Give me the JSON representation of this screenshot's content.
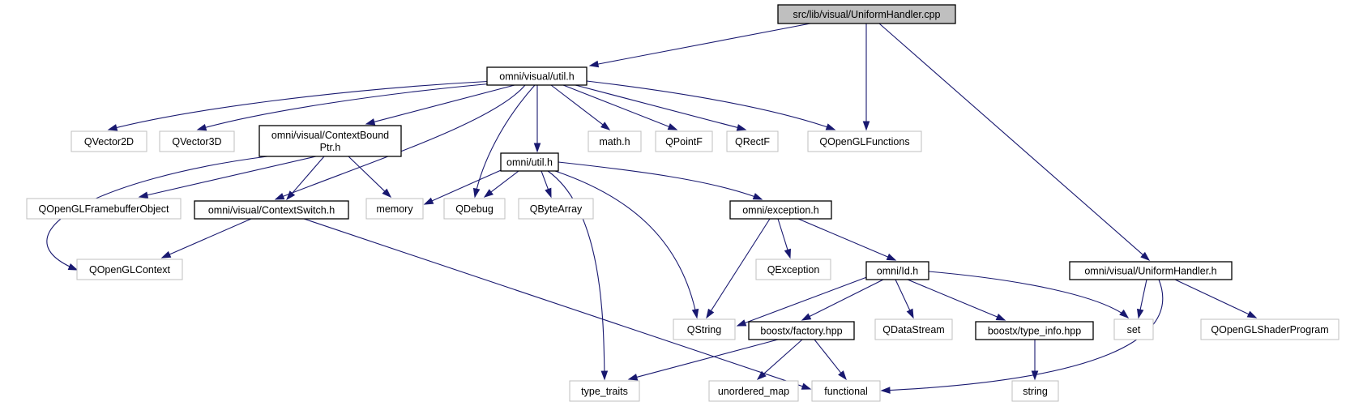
{
  "diagram": {
    "type": "include-dependency-graph",
    "nodes": [
      {
        "id": "root",
        "label": [
          "src/lib/visual/UniformHandler.cpp"
        ],
        "kind": "focus"
      },
      {
        "id": "visual_util",
        "label": [
          "omni/visual/util.h"
        ],
        "kind": "file"
      },
      {
        "id": "qvector2d",
        "label": [
          "QVector2D"
        ],
        "kind": "external"
      },
      {
        "id": "qvector3d",
        "label": [
          "QVector3D"
        ],
        "kind": "external"
      },
      {
        "id": "cbptr",
        "label": [
          "omni/visual/ContextBound",
          "Ptr.h"
        ],
        "kind": "file"
      },
      {
        "id": "omni_util",
        "label": [
          "omni/util.h"
        ],
        "kind": "file"
      },
      {
        "id": "math",
        "label": [
          "math.h"
        ],
        "kind": "external"
      },
      {
        "id": "qpointf",
        "label": [
          "QPointF"
        ],
        "kind": "external"
      },
      {
        "id": "qrectf",
        "label": [
          "QRectF"
        ],
        "kind": "external"
      },
      {
        "id": "qglfunc",
        "label": [
          "QOpenGLFunctions"
        ],
        "kind": "external"
      },
      {
        "id": "qglfbo",
        "label": [
          "QOpenGLFramebufferObject"
        ],
        "kind": "external"
      },
      {
        "id": "ctxswitch",
        "label": [
          "omni/visual/ContextSwitch.h"
        ],
        "kind": "file"
      },
      {
        "id": "memory",
        "label": [
          "memory"
        ],
        "kind": "external"
      },
      {
        "id": "qdebug",
        "label": [
          "QDebug"
        ],
        "kind": "external"
      },
      {
        "id": "qbytearray",
        "label": [
          "QByteArray"
        ],
        "kind": "external"
      },
      {
        "id": "exception",
        "label": [
          "omni/exception.h"
        ],
        "kind": "file"
      },
      {
        "id": "qglcontext",
        "label": [
          "QOpenGLContext"
        ],
        "kind": "external"
      },
      {
        "id": "qexception",
        "label": [
          "QException"
        ],
        "kind": "external"
      },
      {
        "id": "omni_id",
        "label": [
          "omni/Id.h"
        ],
        "kind": "file"
      },
      {
        "id": "uhandler_h",
        "label": [
          "omni/visual/UniformHandler.h"
        ],
        "kind": "file"
      },
      {
        "id": "qstring",
        "label": [
          "QString"
        ],
        "kind": "external"
      },
      {
        "id": "factory",
        "label": [
          "boostx/factory.hpp"
        ],
        "kind": "file"
      },
      {
        "id": "qdatastream",
        "label": [
          "QDataStream"
        ],
        "kind": "external"
      },
      {
        "id": "typeinfo",
        "label": [
          "boostx/type_info.hpp"
        ],
        "kind": "file"
      },
      {
        "id": "set",
        "label": [
          "set"
        ],
        "kind": "external"
      },
      {
        "id": "qglshader",
        "label": [
          "QOpenGLShaderProgram"
        ],
        "kind": "external"
      },
      {
        "id": "type_traits",
        "label": [
          "type_traits"
        ],
        "kind": "external"
      },
      {
        "id": "unordered_map",
        "label": [
          "unordered_map"
        ],
        "kind": "external"
      },
      {
        "id": "functional",
        "label": [
          "functional"
        ],
        "kind": "external"
      },
      {
        "id": "string",
        "label": [
          "string"
        ],
        "kind": "external"
      }
    ],
    "edges": [
      {
        "from": "root",
        "to": "visual_util"
      },
      {
        "from": "root",
        "to": "qglfunc"
      },
      {
        "from": "root",
        "to": "uhandler_h"
      },
      {
        "from": "visual_util",
        "to": "qvector2d"
      },
      {
        "from": "visual_util",
        "to": "qvector3d"
      },
      {
        "from": "visual_util",
        "to": "cbptr"
      },
      {
        "from": "visual_util",
        "to": "ctxswitch"
      },
      {
        "from": "visual_util",
        "to": "qdebug"
      },
      {
        "from": "visual_util",
        "to": "omni_util"
      },
      {
        "from": "visual_util",
        "to": "math"
      },
      {
        "from": "visual_util",
        "to": "qpointf"
      },
      {
        "from": "visual_util",
        "to": "qrectf"
      },
      {
        "from": "visual_util",
        "to": "qglfunc"
      },
      {
        "from": "cbptr",
        "to": "qglfbo"
      },
      {
        "from": "cbptr",
        "to": "ctxswitch"
      },
      {
        "from": "cbptr",
        "to": "memory"
      },
      {
        "from": "cbptr",
        "to": "qglcontext"
      },
      {
        "from": "ctxswitch",
        "to": "qglcontext"
      },
      {
        "from": "ctxswitch",
        "to": "functional"
      },
      {
        "from": "omni_util",
        "to": "memory"
      },
      {
        "from": "omni_util",
        "to": "qdebug"
      },
      {
        "from": "omni_util",
        "to": "qbytearray"
      },
      {
        "from": "omni_util",
        "to": "exception"
      },
      {
        "from": "omni_util",
        "to": "qstring"
      },
      {
        "from": "omni_util",
        "to": "type_traits"
      },
      {
        "from": "exception",
        "to": "qexception"
      },
      {
        "from": "exception",
        "to": "omni_id"
      },
      {
        "from": "exception",
        "to": "qstring"
      },
      {
        "from": "omni_id",
        "to": "qstring"
      },
      {
        "from": "omni_id",
        "to": "factory"
      },
      {
        "from": "omni_id",
        "to": "qdatastream"
      },
      {
        "from": "omni_id",
        "to": "typeinfo"
      },
      {
        "from": "omni_id",
        "to": "set"
      },
      {
        "from": "factory",
        "to": "type_traits"
      },
      {
        "from": "factory",
        "to": "unordered_map"
      },
      {
        "from": "factory",
        "to": "functional"
      },
      {
        "from": "typeinfo",
        "to": "string"
      },
      {
        "from": "uhandler_h",
        "to": "set"
      },
      {
        "from": "uhandler_h",
        "to": "functional"
      },
      {
        "from": "uhandler_h",
        "to": "qglshader"
      }
    ]
  }
}
